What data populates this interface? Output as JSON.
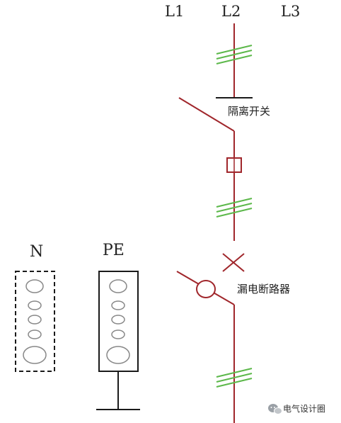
{
  "phases": [
    "L1",
    "L2",
    "L3"
  ],
  "components": {
    "isolating_switch": "隔离开关",
    "rcd_breaker": "漏电断路器"
  },
  "busbars": {
    "neutral": "N",
    "protective_earth": "PE"
  },
  "watermark": "电气设计圈",
  "colors": {
    "conductor": "#a0262b",
    "phase_marks": "#5cb84a",
    "symbol": "#1a1a1a",
    "background": "#ffffff"
  },
  "icons": {
    "watermark_logo": "wechat-icon"
  }
}
